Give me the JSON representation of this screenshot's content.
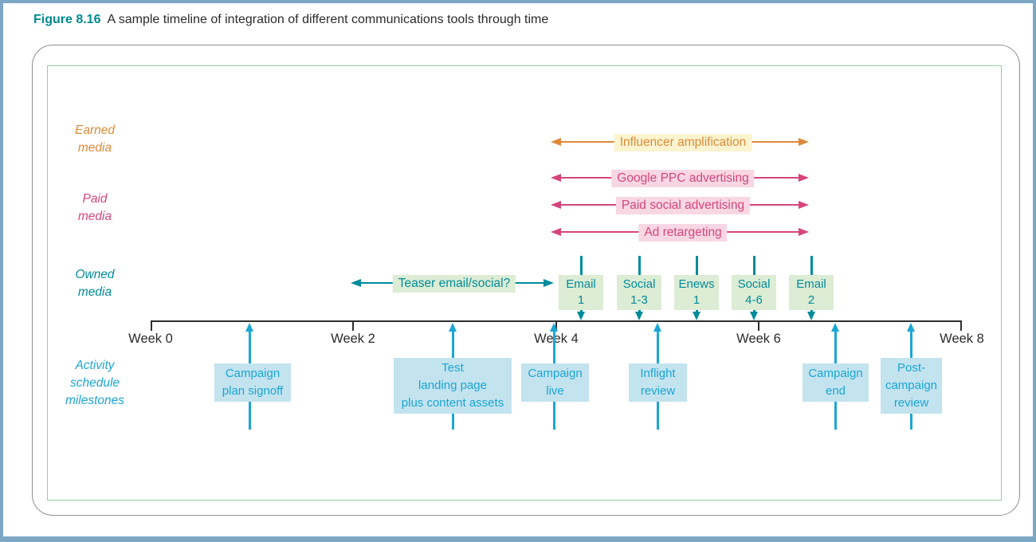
{
  "figure": {
    "label": "Figure 8.16",
    "caption": "A sample timeline of integration of different communications tools through time"
  },
  "rows": {
    "earned": {
      "label": "Earned\nmedia",
      "items": [
        "Influencer amplification"
      ]
    },
    "paid": {
      "label": "Paid\nmedia",
      "items": [
        "Google PPC advertising",
        "Paid social advertising",
        "Ad retargeting"
      ]
    },
    "owned": {
      "label": "Owned\nmedia",
      "teaser": "Teaser email/social?",
      "touchpoints": [
        "Email\n1",
        "Social\n1-3",
        "Enews\n1",
        "Social\n4-6",
        "Email\n2"
      ]
    },
    "milestones": {
      "label": "Activity\nschedule\nmilestones",
      "items": [
        "Campaign\nplan signoff",
        "Test\nlanding page\nplus content assets",
        "Campaign\nlive",
        "Inflight\nreview",
        "Campaign\nend",
        "Post-\ncampaign\nreview"
      ]
    }
  },
  "timeline": {
    "ticks": [
      "Week 0",
      "Week 2",
      "Week 4",
      "Week 6",
      "Week 8"
    ],
    "campaign_span_weeks": {
      "start": 4,
      "end": 6.5
    },
    "teaser_span_weeks": {
      "start": 2,
      "end": 4
    }
  },
  "colors": {
    "frame": "#7ea7c6",
    "card_border": "#8f8f8f",
    "inner_border": "#95cfa1",
    "caption_accent": "#008a90",
    "text": "#2b2b2b",
    "earned": "#dd8a3a",
    "earned_bg": "#fbf4cf",
    "paid": "#d5457c",
    "paid_bg": "#f8d7e3",
    "owned": "#008c9b",
    "owned_bg": "#ddecd4",
    "milestone": "#1ba6d4",
    "milestone_bg": "#c3e3ef",
    "axis": "#2e2e2e"
  }
}
